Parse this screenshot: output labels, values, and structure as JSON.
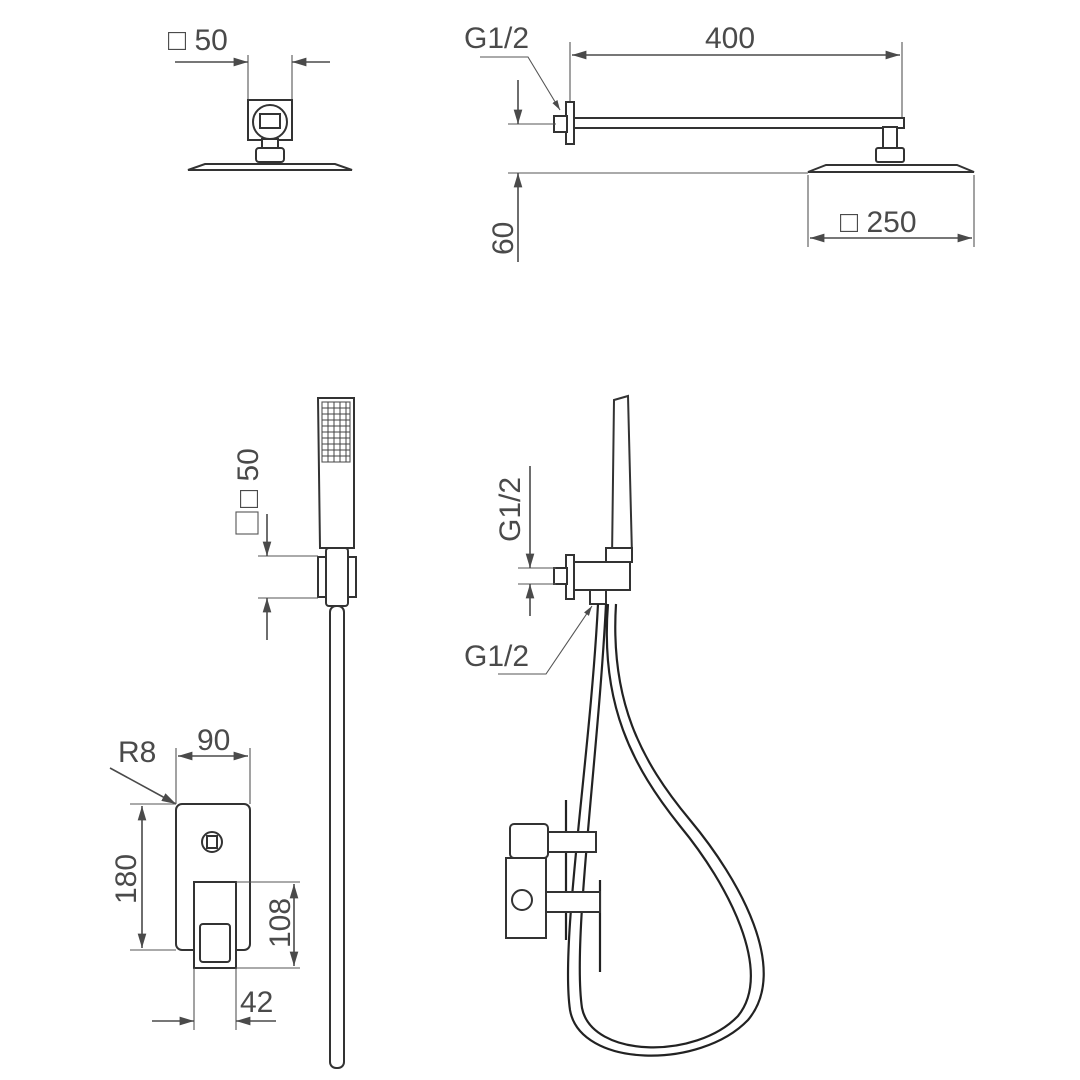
{
  "drawing": {
    "top_left_view": {
      "label_width": "□ 50"
    },
    "top_right_view": {
      "label_thread": "G1/2",
      "label_arm_length": "400",
      "label_height": "60",
      "label_head_size": "□ 250"
    },
    "middle_left_view": {
      "label_handle_size": "□ 50"
    },
    "middle_right_view": {
      "label_thread_top": "G1/2",
      "label_thread_bottom": "G1/2"
    },
    "bottom_left_view": {
      "label_radius": "R8",
      "label_width": "90",
      "label_height": "180",
      "label_lever_height": "108",
      "label_depth": "42"
    }
  }
}
